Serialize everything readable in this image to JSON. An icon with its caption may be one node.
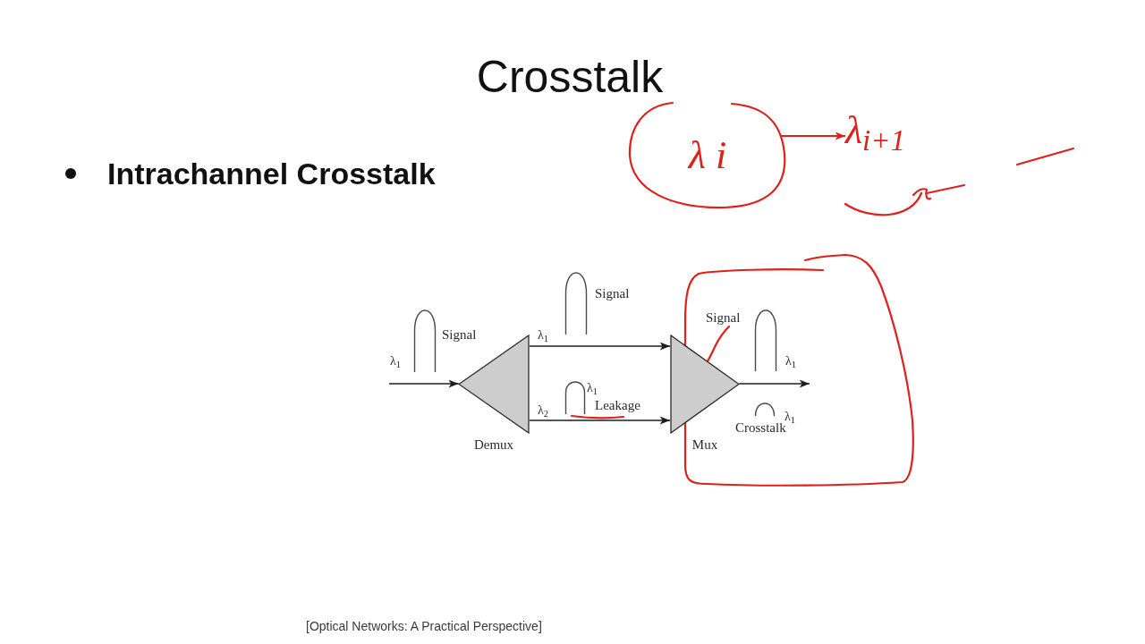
{
  "diagram": {
    "title": "Crosstalk",
    "caption": "[Optical Networks: A Practical Perspective]",
    "nodes": [
      {
        "text": [
          "Demux"
        ]
      },
      {
        "text": [
          "Mux"
        ]
      },
      {
        "text": [
          "λ i"
        ]
      },
      {
        "text": [
          "λ$_{i+1}$"
        ]
      }
    ],
    "edges": [
      {
        "from": null,
        "to": 0,
        "arrow": "to"
      },
      {
        "from": 0,
        "to": 1,
        "arrow": "to"
      },
      {
        "from": 0,
        "to": 1,
        "arrow": "to"
      },
      {
        "from": 1,
        "to": null,
        "arrow": "to"
      },
      {
        "from": 2,
        "to": 3,
        "arrow": "to",
        "color": "#e0201b"
      }
    ],
    "labels": [
      "Intrachannel Crosstalk",
      "Signal",
      "λ$_{1}$",
      "λ$_{1}$",
      "Signal",
      "λ$_{2}$",
      "λ$_{1}$",
      "Leakage",
      "Signal",
      "λ$_{1}$",
      "λ$_{1}$",
      "Crosstalk"
    ]
  }
}
